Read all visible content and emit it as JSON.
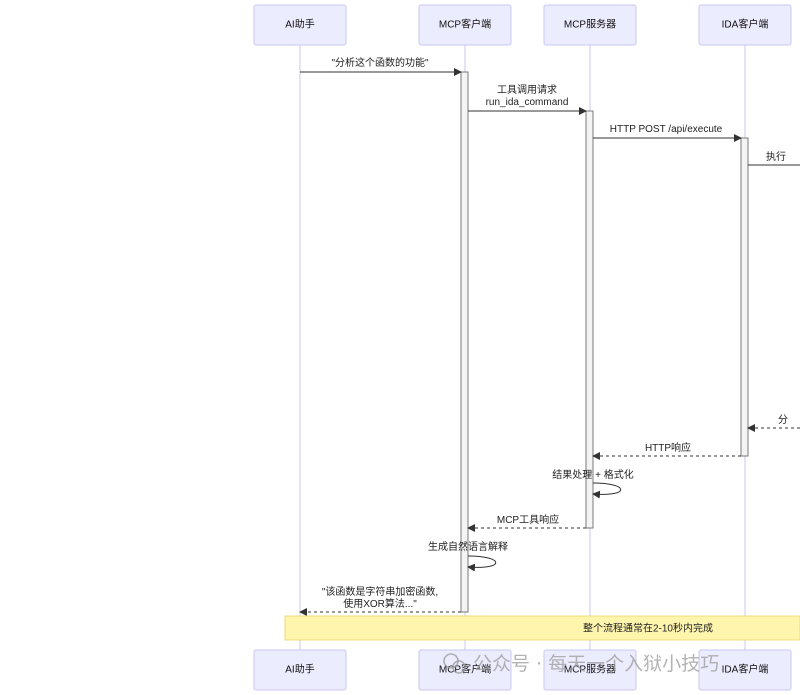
{
  "actors": [
    "AI助手",
    "MCP客户端",
    "MCP服务器",
    "IDA客户端"
  ],
  "messages": {
    "m1": "\"分析这个函数的功能\"",
    "m2_line1": "工具调用请求",
    "m2_line2": "run_ida_command",
    "m3": "HTTP POST /api/execute",
    "m4": "执行",
    "m5": "分",
    "m6": "HTTP响应",
    "m7": "结果处理 + 格式化",
    "m8": "MCP工具响应",
    "m9": "生成自然语言解释",
    "m10_line1": "\"该函数是字符串加密函数,",
    "m10_line2": "使用XOR算法...\""
  },
  "note": "整个流程通常在2-10秒内完成",
  "watermark": "公众号 · 每天一个入狱小技巧",
  "colors": {
    "actor_fill": "#ECECFF",
    "lifeline": "#C8C8EE",
    "note_fill": "#FFF5AD"
  }
}
